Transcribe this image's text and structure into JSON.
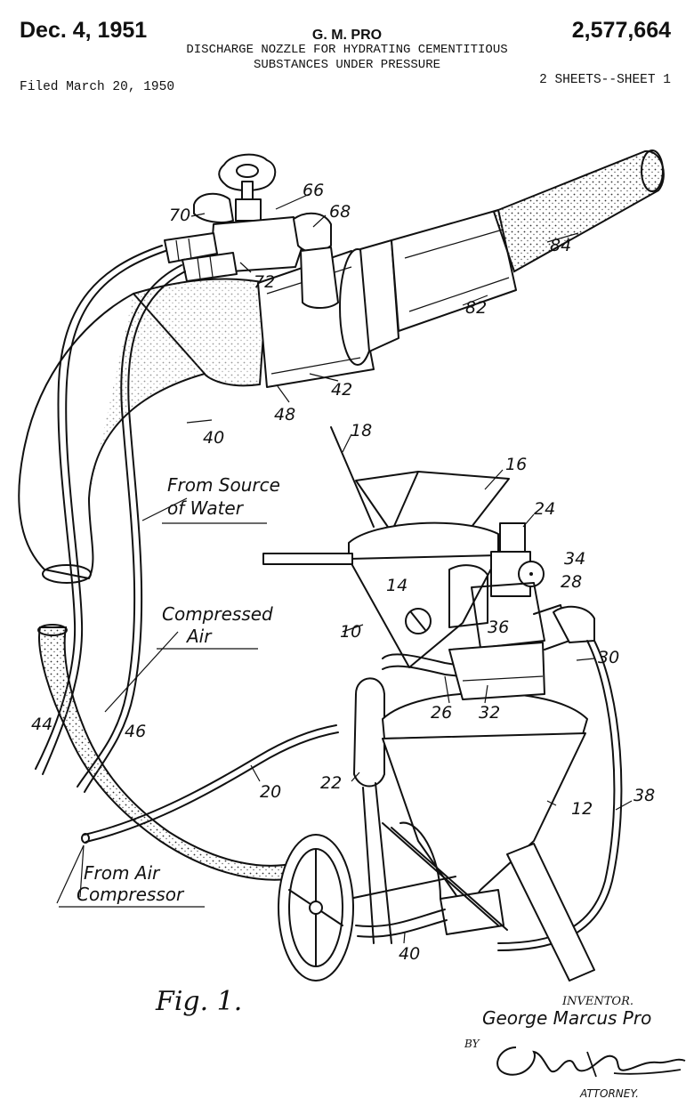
{
  "header": {
    "date": "Dec. 4, 1951",
    "patent_number": "2,577,664",
    "inventor": "G. M. PRO",
    "title_line1": "DISCHARGE NOZZLE FOR HYDRATING CEMENTITIOUS",
    "title_line2": "SUBSTANCES UNDER PRESSURE",
    "filed": "Filed March 20, 1950",
    "sheets": "2 SHEETS--SHEET 1"
  },
  "figure": {
    "label": "Fig. 1.",
    "captions": {
      "water": [
        "From Source",
        "of Water"
      ],
      "air": [
        "Compressed",
        "Air"
      ],
      "compressor": [
        "From Air",
        "Compressor"
      ]
    },
    "reference_numerals": [
      "66",
      "68",
      "70",
      "72",
      "84",
      "82",
      "42",
      "48",
      "40",
      "18",
      "16",
      "24",
      "34",
      "28",
      "14",
      "10",
      "36",
      "30",
      "26",
      "32",
      "44",
      "46",
      "22",
      "20",
      "12",
      "38",
      "40"
    ]
  },
  "signature": {
    "inventor_label": "INVENTOR.",
    "inventor_name": "George Marcus Pro",
    "by": "BY",
    "attorney_label": "ATTORNEY."
  }
}
